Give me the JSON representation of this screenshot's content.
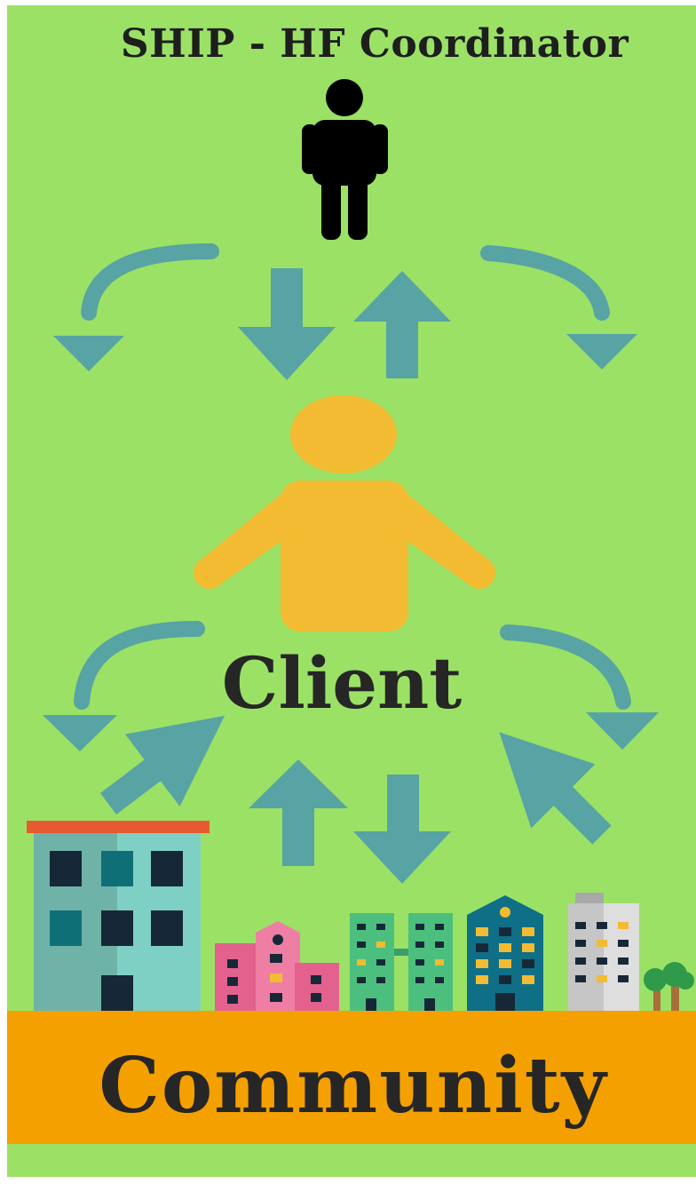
{
  "title": "SHIP - HF Coordinator",
  "client_label": "Client",
  "community_label": "Community",
  "colors": {
    "background": "#9be166",
    "ground": "#f4a000",
    "arrow": "#58a3a3",
    "coordinator": "#000000",
    "client": "#f2bb31",
    "text": "#262626"
  },
  "icons": {
    "coordinator": "person-standing-icon",
    "client": "person-open-arms-icon",
    "community": "city-buildings-icon"
  }
}
